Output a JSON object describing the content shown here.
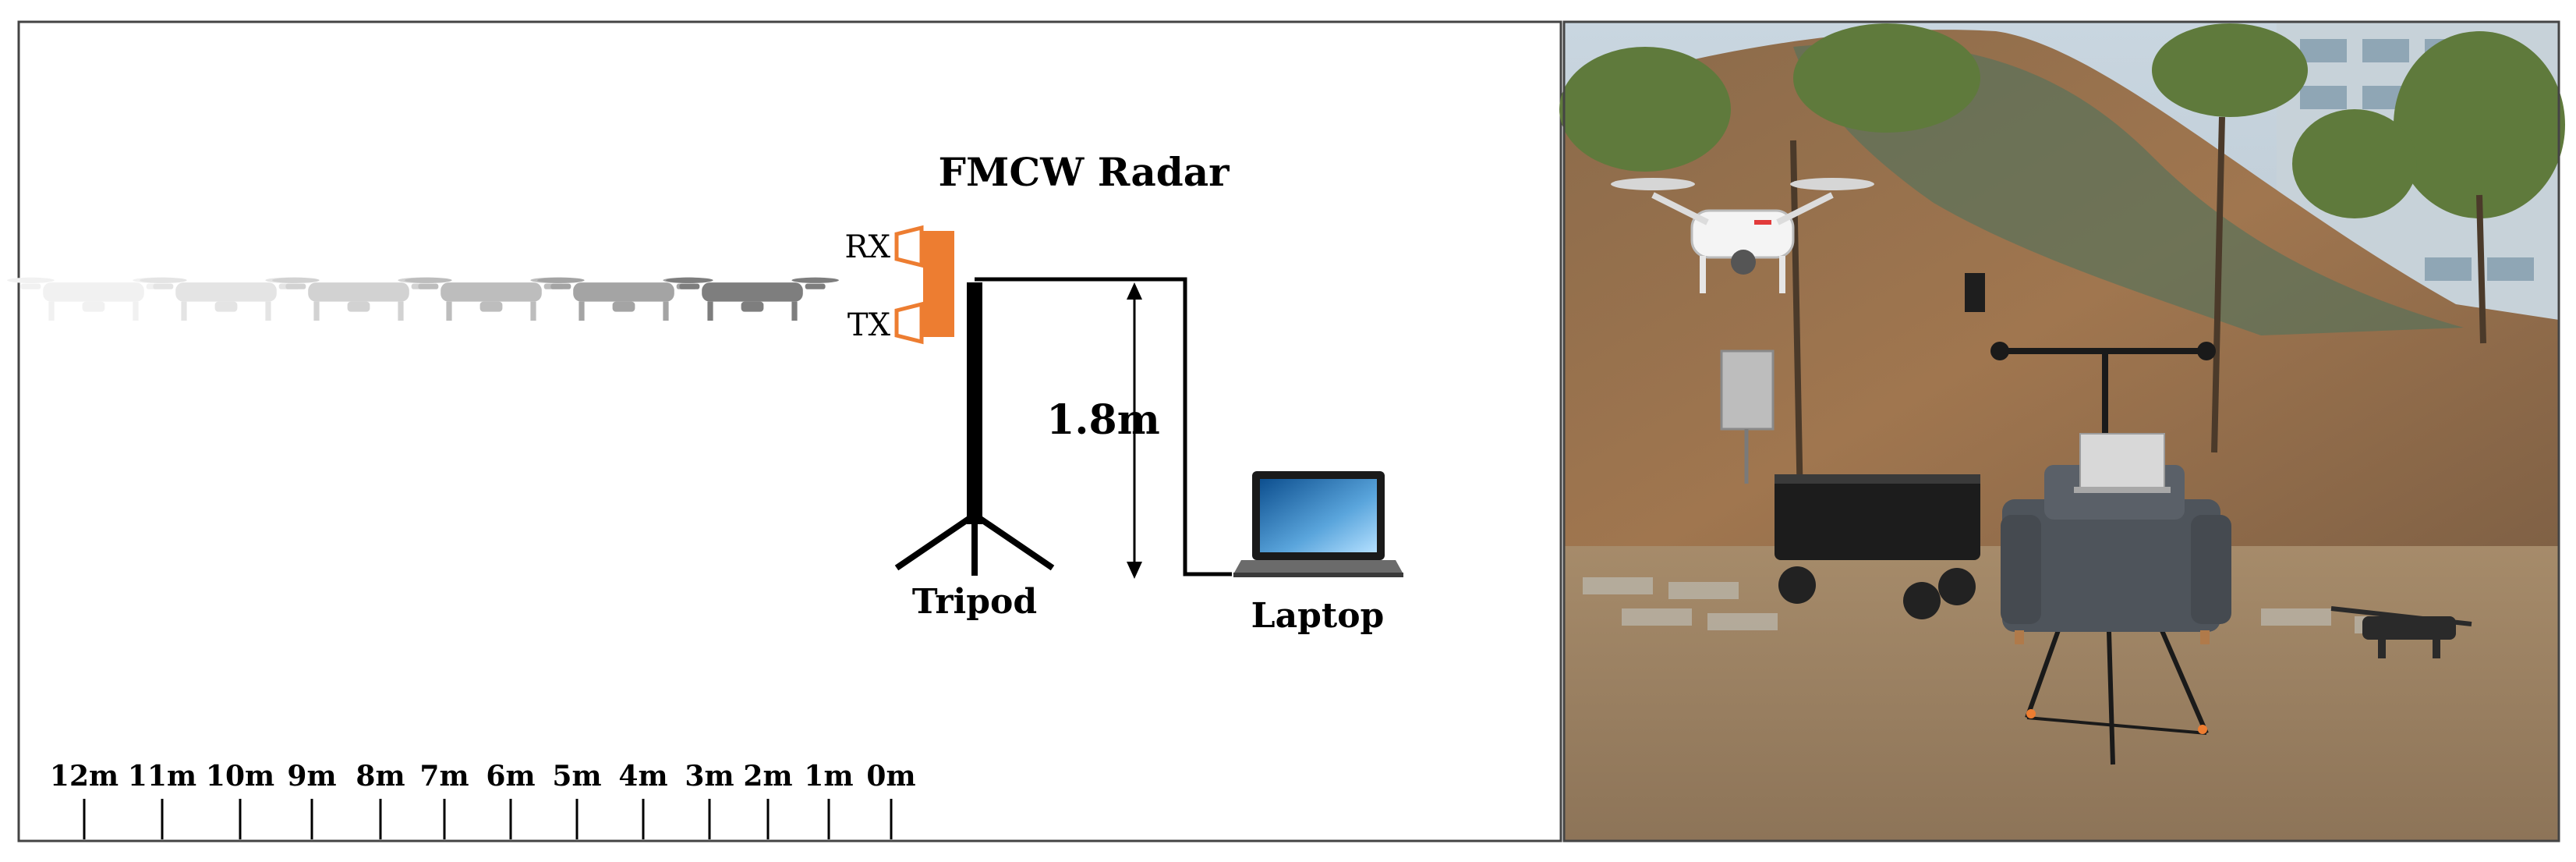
{
  "diagram": {
    "radar_title": "FMCW Radar",
    "rx_label": "RX",
    "tx_label": "TX",
    "height_label": "1.8m",
    "tripod_label": "Tripod",
    "laptop_label": "Laptop",
    "distance_ticks": [
      "12m",
      "11m",
      "10m",
      "9m",
      "8m",
      "7m",
      "6m",
      "5m",
      "4m",
      "3m",
      "2m",
      "1m",
      "0m"
    ]
  },
  "colors": {
    "antenna_orange": "#ed7d31",
    "frame": "#444444",
    "ink": "#000000"
  },
  "photo": {
    "icons": [
      "quadcopter-icon",
      "radar-tripod-icon",
      "wagon-icon",
      "sofa-icon",
      "laptop-icon",
      "folded-drone-icon"
    ]
  }
}
